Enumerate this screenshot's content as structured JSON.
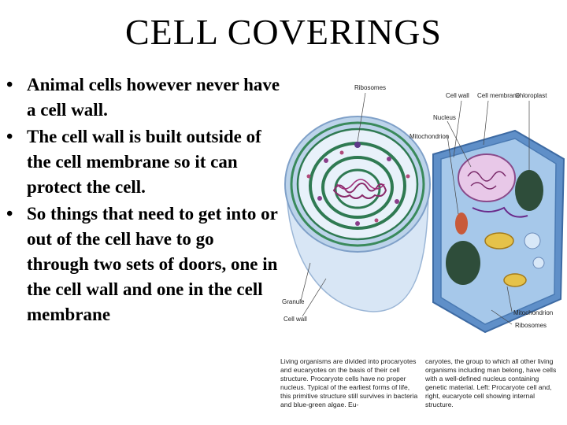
{
  "slide": {
    "title": "CELL COVERINGS",
    "bullets": [
      "Animal cells however never have a cell wall.",
      "The cell wall is built outside of the cell membrane so it can protect the cell.",
      "So things that need to get into or out of the cell have to go through two sets of doors, one in the cell wall and one in the cell membrane"
    ]
  },
  "figure": {
    "labels": {
      "ribosomes_top": "Ribosomes",
      "cell_wall": "Cell wall",
      "cell_membrane": "Cell membrane",
      "chloroplast": "Chloroplast",
      "nucleus": "Nucleus",
      "mitochondrion_top": "Mitochondrion",
      "granule": "Granule",
      "cell_wall_left": "Cell wall",
      "mitochondrion_bottom": "Mitochondrion",
      "ribosomes_bottom": "Ribosomes"
    },
    "caption_left": "Living organisms are divided into procaryotes and eucaryotes on the basis of their cell structure. Procaryote cells have no proper nucleus. Typical of the earliest forms of life, this primitive structure still survives in bacteria and blue-green algae. Eu-",
    "caption_right": "caryotes, the group to which all other living organisms including man belong, have cells with a well-defined nucleus containing genetic material. Left: Procaryote cell and, right, eucaryote cell showing internal structure."
  }
}
